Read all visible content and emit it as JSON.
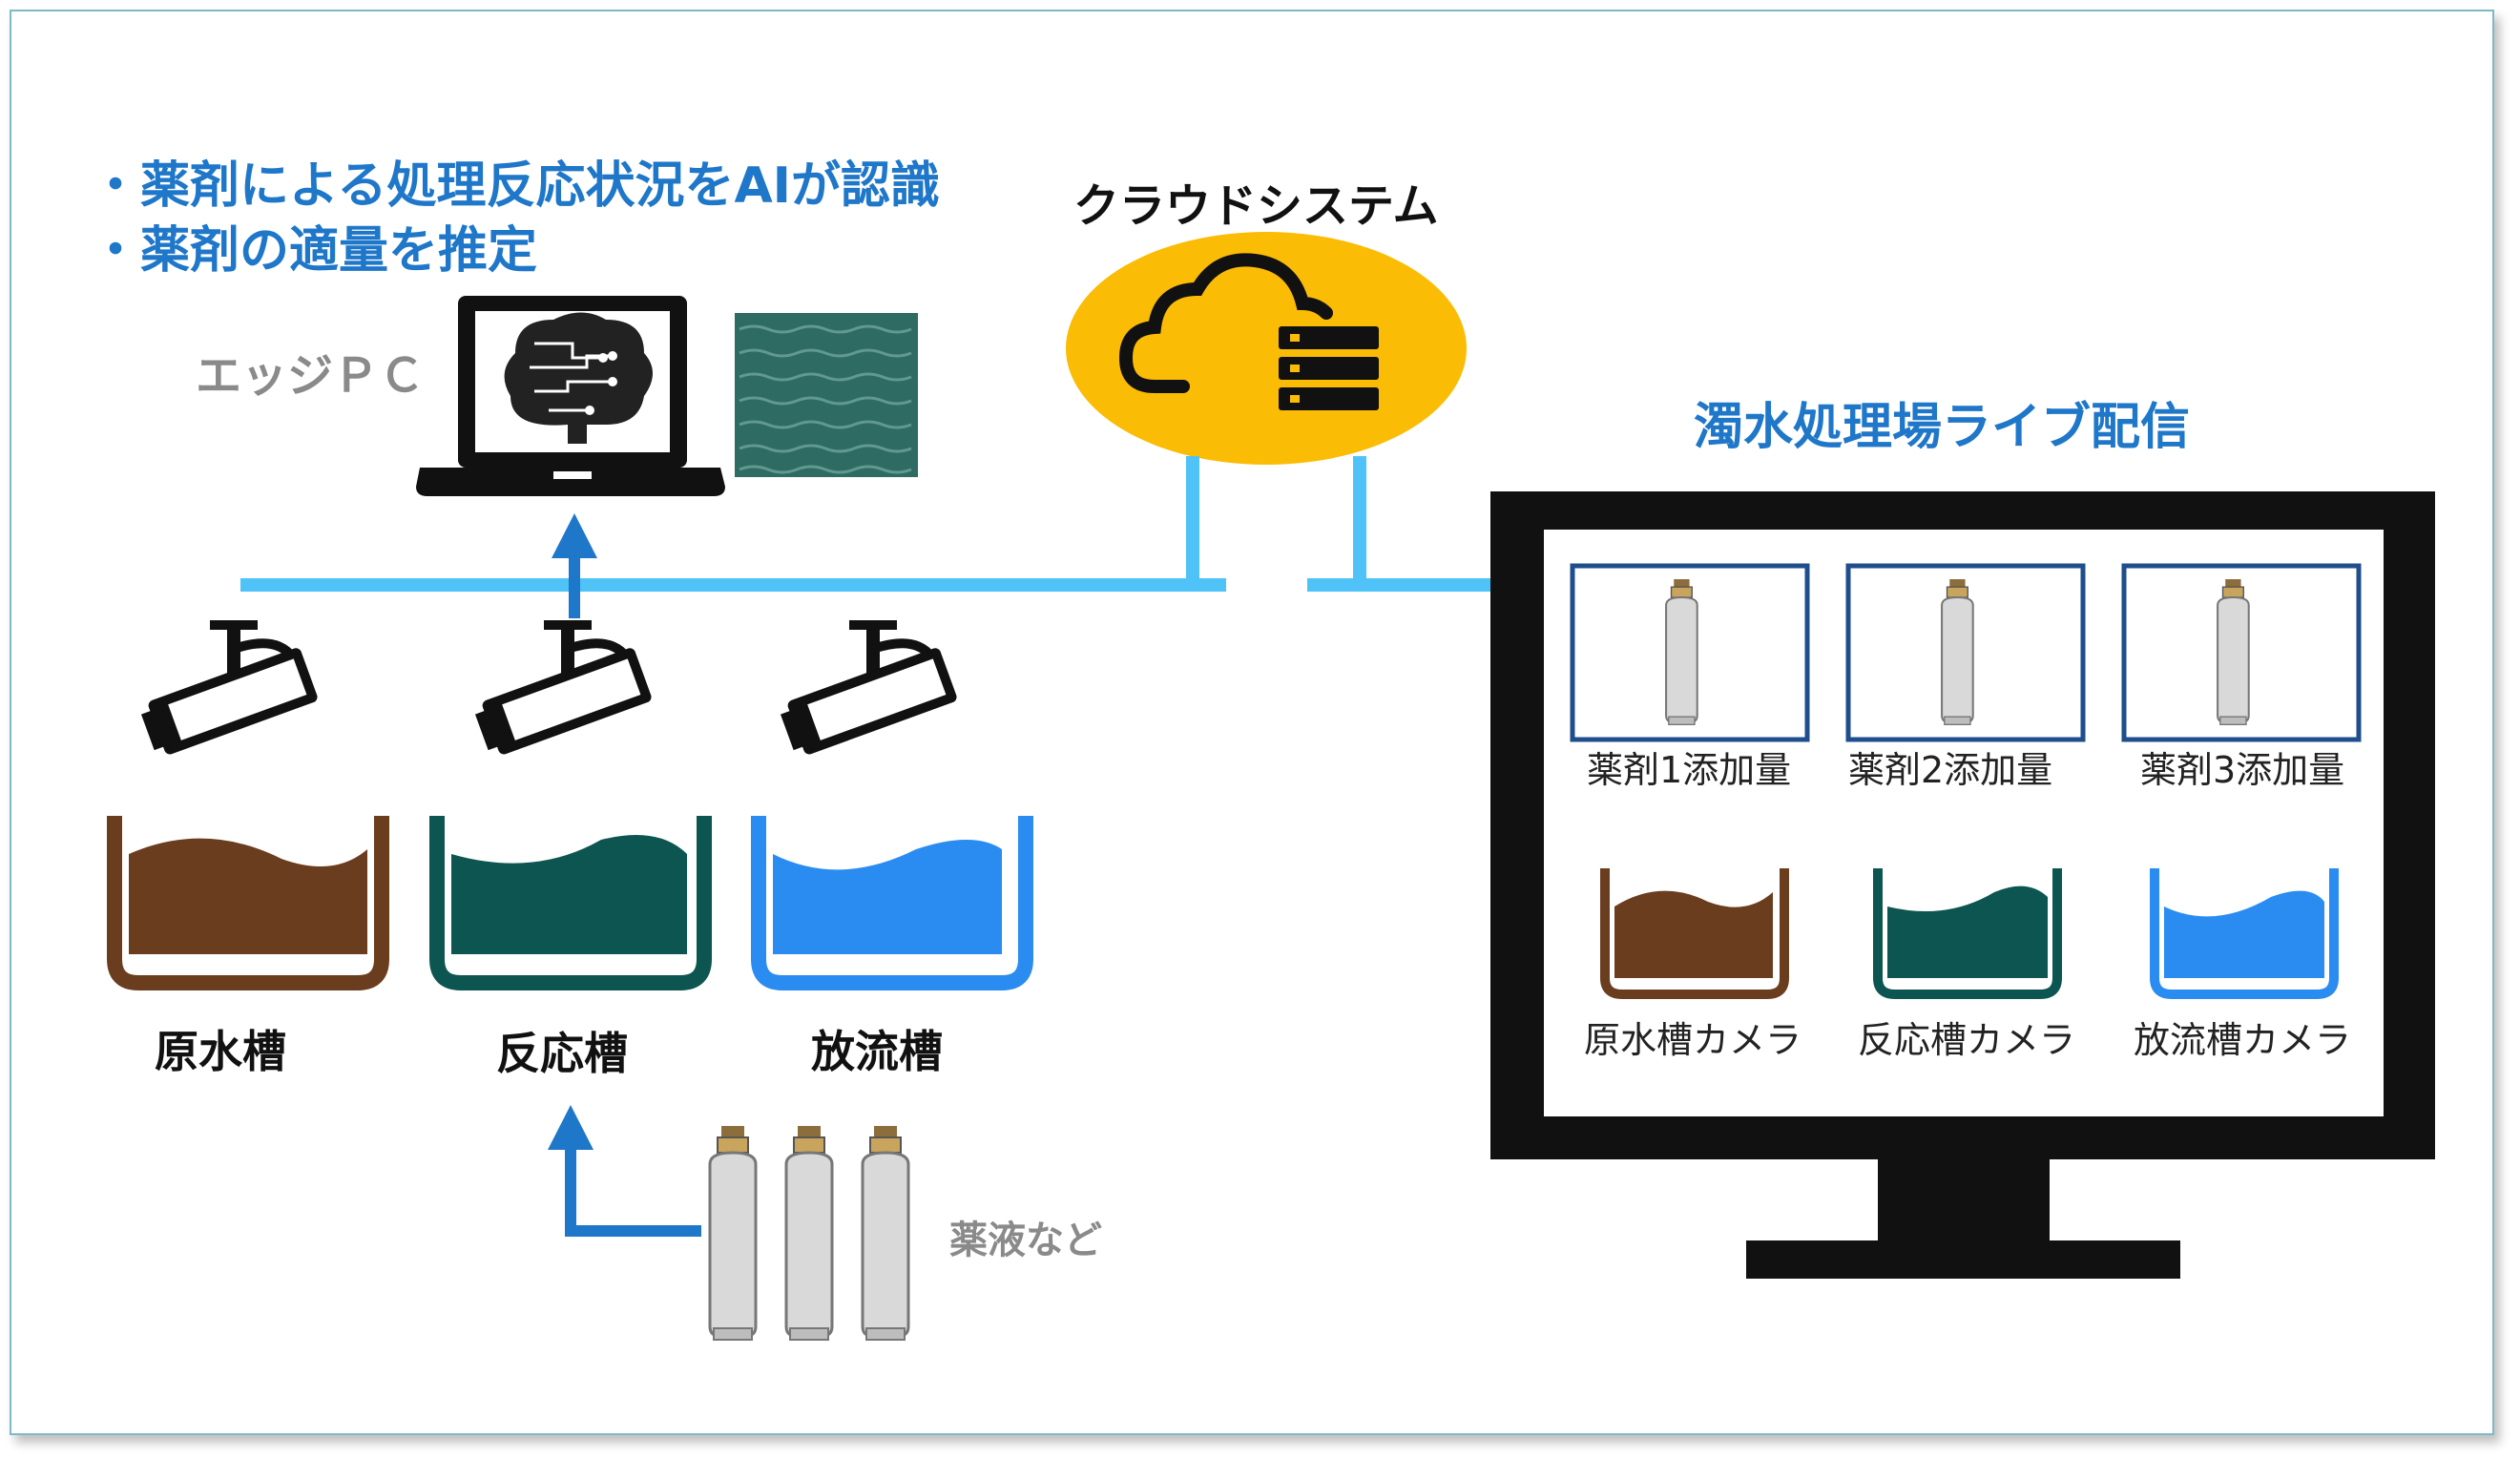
{
  "features": [
    "・薬剤による処理反応状況をAIが認識",
    "・薬剤の適量を推定"
  ],
  "edge_pc_label": "エッジＰＣ",
  "cloud_label": "クラウドシステム",
  "live_title": "濁水処理場ライブ配信",
  "tanks": [
    {
      "label": "原水槽",
      "color": "#6b3d1f"
    },
    {
      "label": "反応槽",
      "color": "#0d5550"
    },
    {
      "label": "放流槽",
      "color": "#2a8cf0"
    }
  ],
  "chemicals_label": "薬液など",
  "monitor": {
    "dose_labels": [
      "薬剤1添加量",
      "薬剤2添加量",
      "薬剤3添加量"
    ],
    "camera_labels": [
      "原水槽カメラ",
      "反応槽カメラ",
      "放流槽カメラ"
    ]
  },
  "colors": {
    "network": "#4fc3f7",
    "arrow": "#1f77c9",
    "cloud": "#fbbc05",
    "brown": "#6b3d1f",
    "teal": "#0d5550",
    "blue": "#2a8cf0",
    "frame_border": "#1f4e8c"
  }
}
